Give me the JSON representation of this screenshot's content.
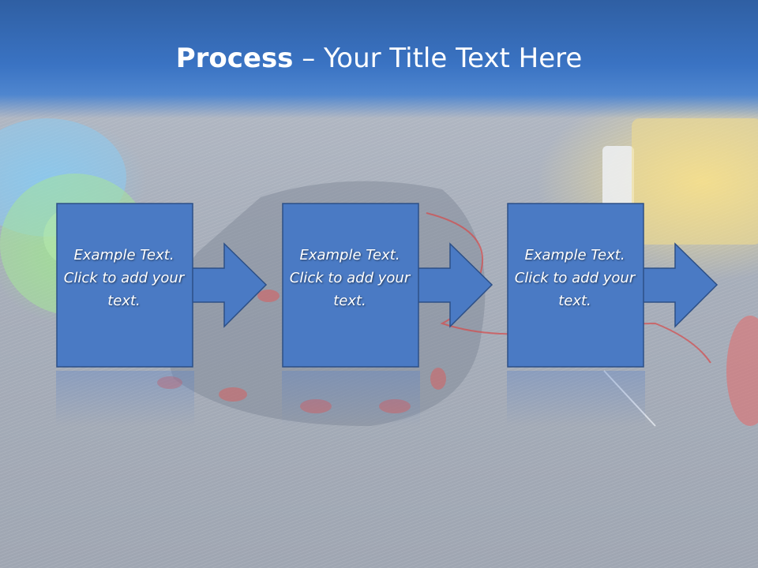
{
  "slide": {
    "title_bold": "Process",
    "title_rest": " – Your Title Text Here"
  },
  "steps": [
    {
      "text": "Example Text. Click  to add your text."
    },
    {
      "text": "Example Text. Click  to add your text."
    },
    {
      "text": "Example Text. Click  to add your text."
    }
  ],
  "colors": {
    "header": "#3a73c3",
    "box_fill": "#4a7ac4",
    "box_border": "#2c4f86",
    "text": "#ffffff"
  }
}
